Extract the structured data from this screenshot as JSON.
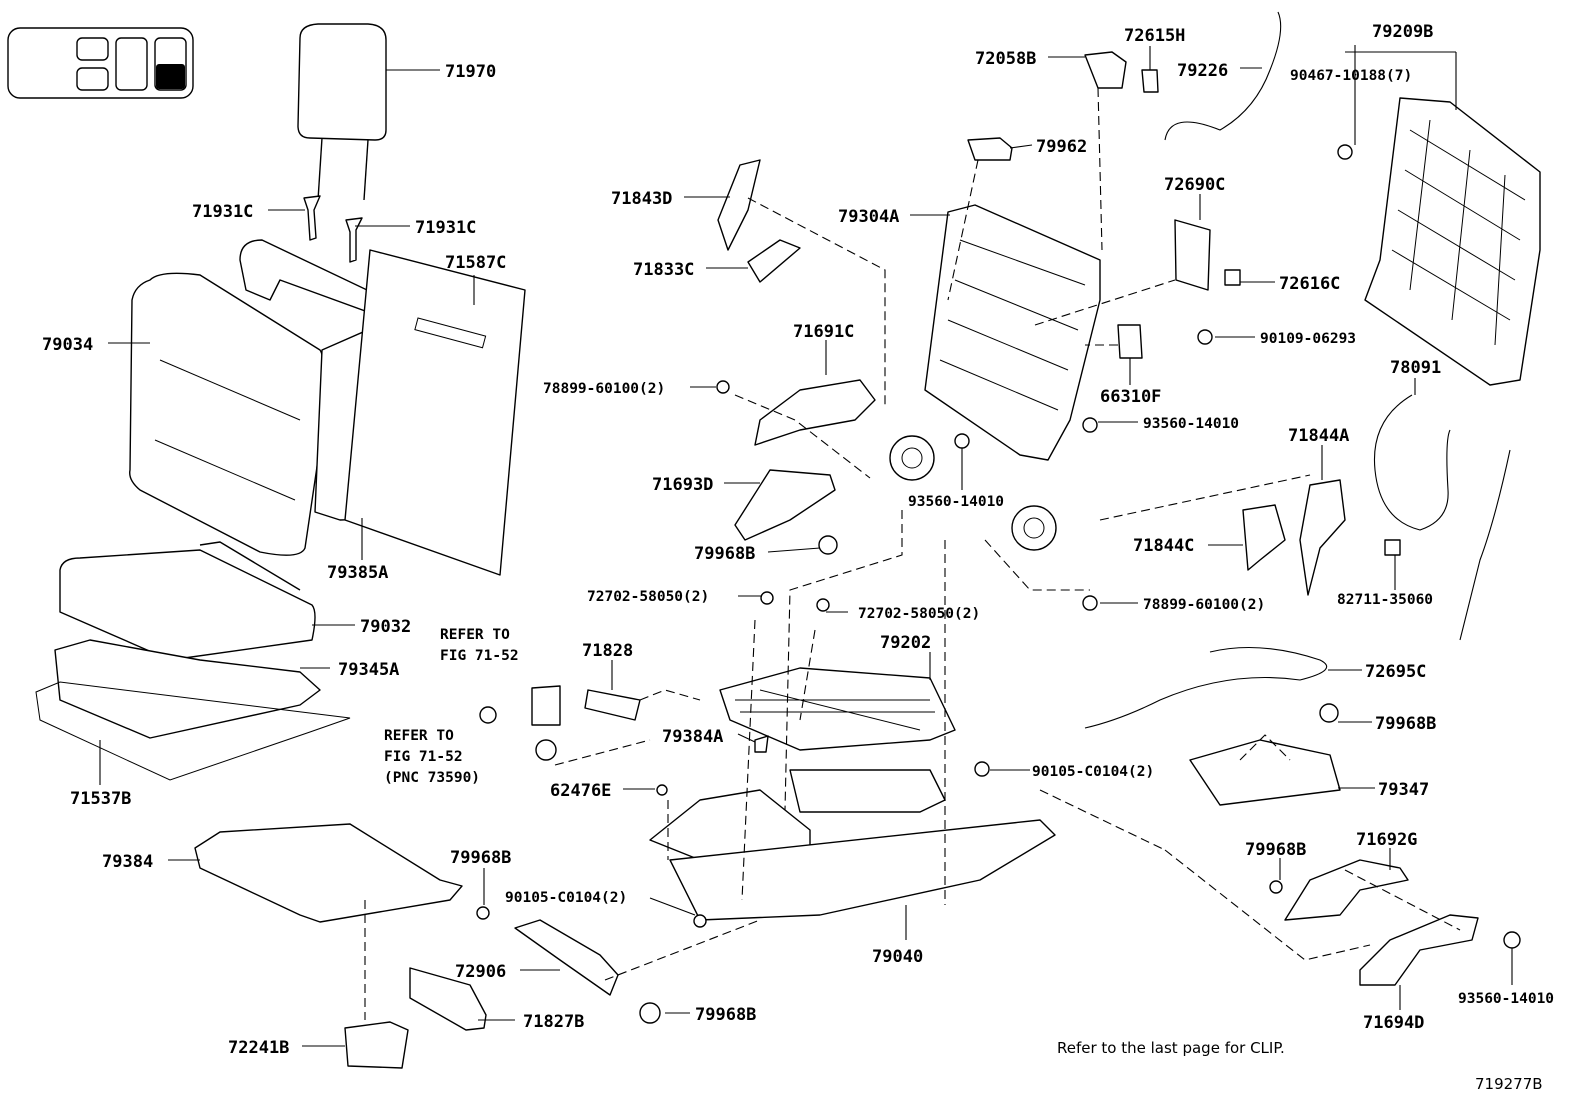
{
  "diagram_code": "719277B",
  "note": "Refer to the last page for CLIP.",
  "references": [
    {
      "lines": [
        "REFER TO",
        "FIG 71-52"
      ]
    },
    {
      "lines": [
        "REFER TO",
        "FIG 71-52",
        "(PNC 73590)"
      ]
    }
  ],
  "parts": [
    {
      "no": "71970"
    },
    {
      "no": "71931C"
    },
    {
      "no": "71931C"
    },
    {
      "no": "71587C"
    },
    {
      "no": "79034"
    },
    {
      "no": "79385A"
    },
    {
      "no": "79032"
    },
    {
      "no": "79345A"
    },
    {
      "no": "71537B"
    },
    {
      "no": "79384"
    },
    {
      "no": "79968B"
    },
    {
      "no": "90105-C0104(2)"
    },
    {
      "no": "72906"
    },
    {
      "no": "71827B"
    },
    {
      "no": "79968B"
    },
    {
      "no": "72241B"
    },
    {
      "no": "79040"
    },
    {
      "no": "62476E"
    },
    {
      "no": "79384A"
    },
    {
      "no": "71828"
    },
    {
      "no": "79202"
    },
    {
      "no": "72702-58050(2)"
    },
    {
      "no": "72702-58050(2)"
    },
    {
      "no": "71843D"
    },
    {
      "no": "71833C"
    },
    {
      "no": "71691C"
    },
    {
      "no": "78899-60100(2)"
    },
    {
      "no": "71693D"
    },
    {
      "no": "79968B"
    },
    {
      "no": "93560-14010"
    },
    {
      "no": "79304A"
    },
    {
      "no": "72058B"
    },
    {
      "no": "72615H"
    },
    {
      "no": "79226"
    },
    {
      "no": "79962"
    },
    {
      "no": "72690C"
    },
    {
      "no": "72616C"
    },
    {
      "no": "90109-06293"
    },
    {
      "no": "66310F"
    },
    {
      "no": "93560-14010"
    },
    {
      "no": "79209B"
    },
    {
      "no": "90467-10188(7)"
    },
    {
      "no": "78091"
    },
    {
      "no": "71844A"
    },
    {
      "no": "71844C"
    },
    {
      "no": "82711-35060"
    },
    {
      "no": "78899-60100(2)"
    },
    {
      "no": "72695C"
    },
    {
      "no": "79968B"
    },
    {
      "no": "90105-C0104(2)"
    },
    {
      "no": "79347"
    },
    {
      "no": "79968B"
    },
    {
      "no": "71692G"
    },
    {
      "no": "93560-14010"
    },
    {
      "no": "71694D"
    }
  ]
}
